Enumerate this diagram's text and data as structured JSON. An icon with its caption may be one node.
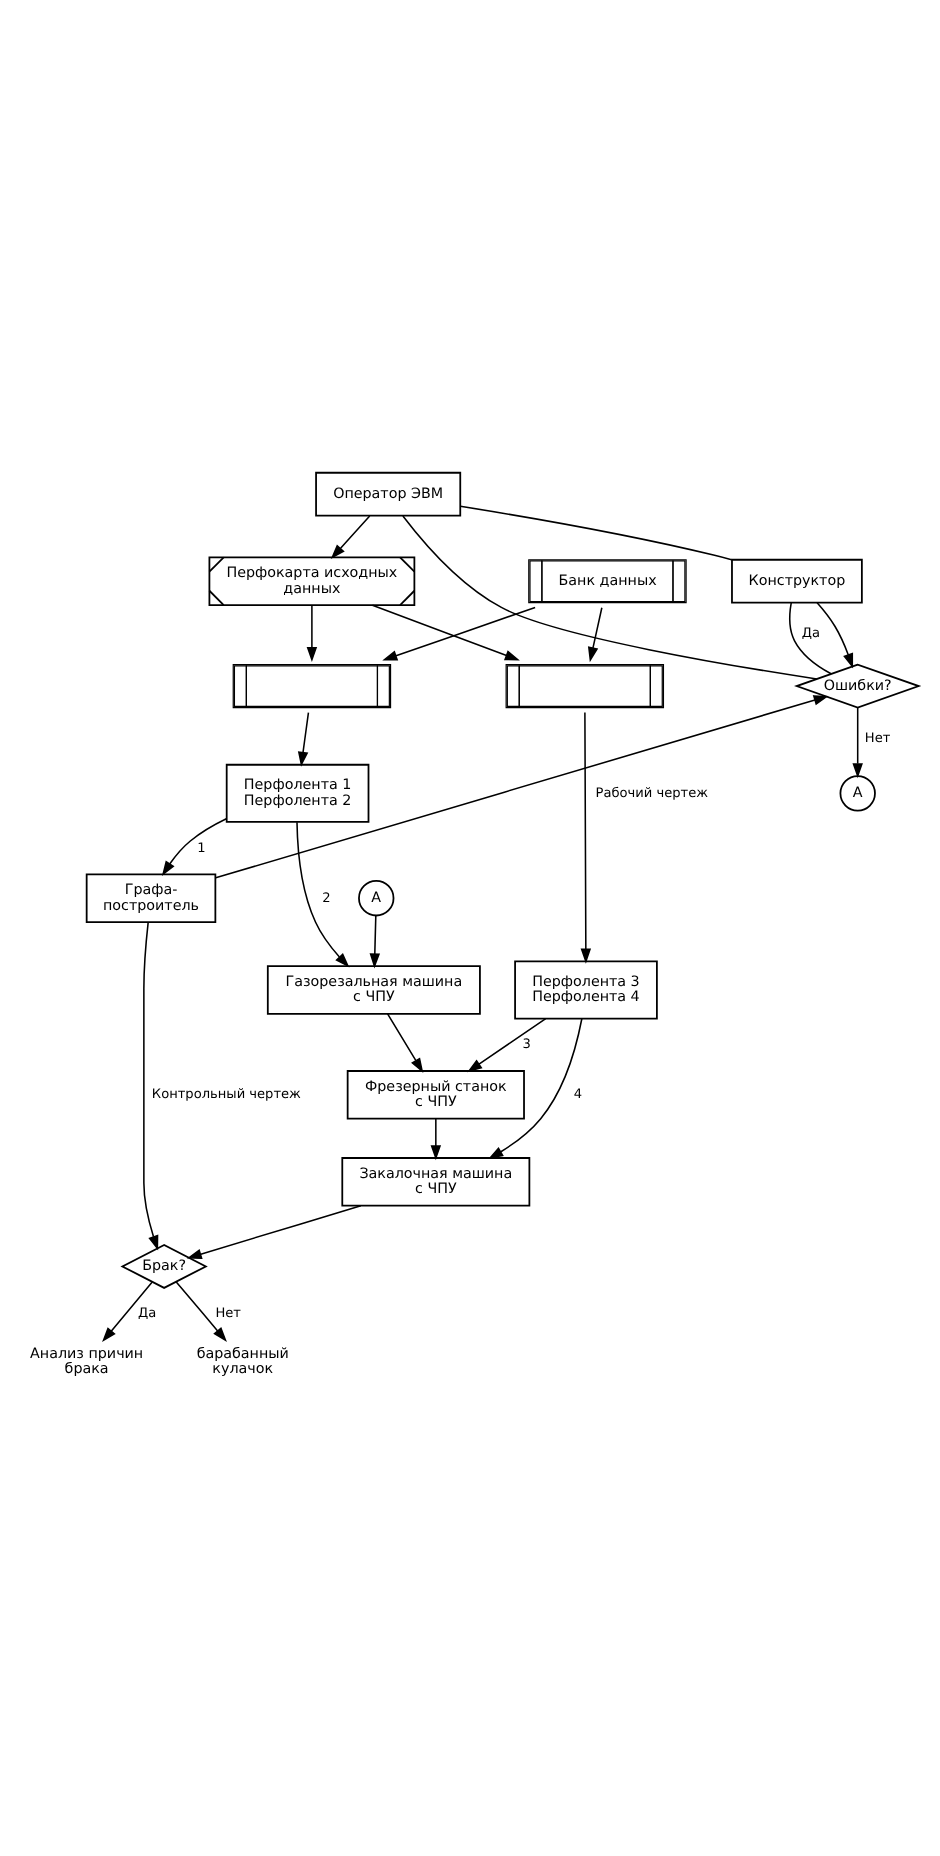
{
  "diagram": {
    "nodes": [
      {
        "text": [
          "Оператор ЭВМ"
        ]
      },
      {
        "text": [
          "Конструктор"
        ]
      },
      {
        "text": [
          "Ошибки?"
        ]
      },
      {
        "text": [
          "А"
        ]
      },
      {
        "text": [
          "Перфокарта исходных данных"
        ]
      },
      {
        "text": [
          "Банк данных"
        ]
      },
      {
        "text": [],
        "shape": "box"
      },
      {
        "text": [],
        "shape": "box"
      },
      {
        "text": [
          "Перфолента 1 Перфолента 2"
        ]
      },
      {
        "text": [
          "Перфолента 3 Перфолента 4"
        ]
      },
      {
        "text": [
          "Графа- построитель"
        ]
      },
      {
        "text": [
          "А"
        ]
      },
      {
        "text": [
          "Газорезальная машина с ЧПУ"
        ]
      },
      {
        "text": [
          "Фрезерный станок с ЧПУ"
        ]
      },
      {
        "text": [
          "Закалочная машина с ЧПУ"
        ]
      },
      {
        "text": [
          "Брак?"
        ]
      },
      {
        "text": [
          "Анализ причин брака"
        ]
      },
      {
        "text": [
          "барабанный кулачок"
        ]
      }
    ],
    "edges": [
      {
        "from": 0,
        "to": 1,
        "arrow": "none"
      },
      {
        "from": 2,
        "to": 1,
        "arrow": "none",
        "label": "Да"
      },
      {
        "from": 2,
        "to": 0,
        "arrow": "none"
      },
      {
        "from": 1,
        "to": 2,
        "arrow": "to"
      },
      {
        "from": 2,
        "to": 3,
        "arrow": "to",
        "label": "Нет"
      },
      {
        "from": 0,
        "to": 4,
        "arrow": "to"
      },
      {
        "from": 4,
        "to": 6,
        "arrow": "to"
      },
      {
        "from": 4,
        "to": 7,
        "arrow": "to"
      },
      {
        "from": 5,
        "to": 6,
        "arrow": "to"
      },
      {
        "from": 5,
        "to": 7,
        "arrow": "to"
      },
      {
        "from": 6,
        "to": 8,
        "arrow": "to"
      },
      {
        "from": 7,
        "to": 9,
        "arrow": "to"
      },
      {
        "from": 8,
        "to": 10,
        "arrow": "to",
        "label": "1"
      },
      {
        "from": 8,
        "to": 12,
        "arrow": "to",
        "label": "2"
      },
      {
        "from": 11,
        "to": 12,
        "arrow": "to"
      },
      {
        "from": 10,
        "to": 2,
        "arrow": "to",
        "label": "Рабочий чертеж"
      },
      {
        "from": 10,
        "to": 15,
        "arrow": "to",
        "label": "Контрольный чертеж"
      },
      {
        "from": 9,
        "to": 13,
        "arrow": "to",
        "label": "3"
      },
      {
        "from": 9,
        "to": 14,
        "arrow": "to",
        "label": "4"
      },
      {
        "from": 12,
        "to": 13,
        "arrow": "to"
      },
      {
        "from": 13,
        "to": 14,
        "arrow": "to"
      },
      {
        "from": 14,
        "to": 15,
        "arrow": "to"
      },
      {
        "from": 15,
        "to": 16,
        "arrow": "to",
        "label": "Да"
      },
      {
        "from": 15,
        "to": 17,
        "arrow": "to",
        "label": "Нет"
      }
    ]
  }
}
